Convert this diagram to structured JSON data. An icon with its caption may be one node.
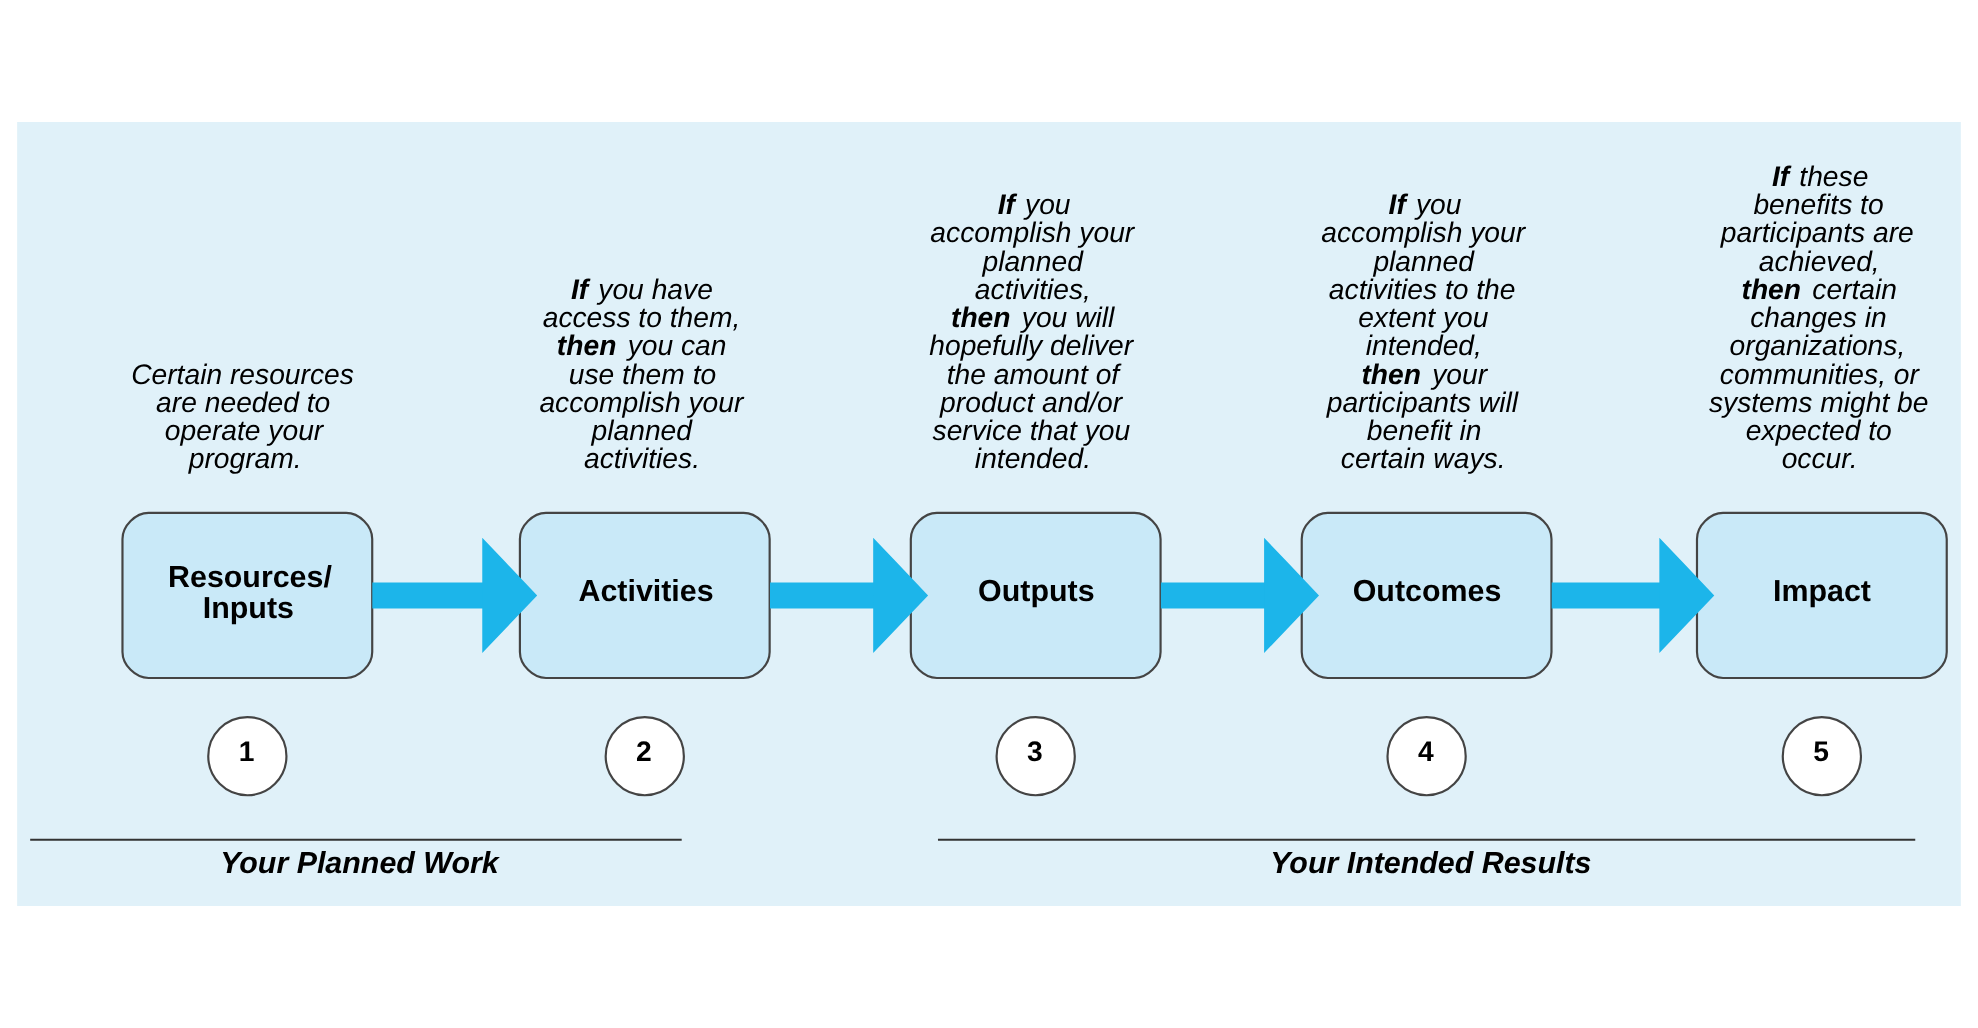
{
  "diagram": {
    "nodes": [
      {
        "text": [
          "Resources/ Inputs"
        ],
        "beside": [
          "Certain resources are needed to operate your program."
        ]
      },
      {
        "text": [
          "Activities"
        ],
        "beside": [
          "**If** you have access to them, **then** you can use them to accomplish your planned activities."
        ]
      },
      {
        "text": [
          "Outputs"
        ],
        "beside": [
          "**If** you accomplish your planned activities, **then** you will hopefully deliver the amount of product and/or service that you intended."
        ]
      },
      {
        "text": [
          "Outcomes"
        ],
        "beside": [
          "**If** you accomplish your planned activities to the extent you intended, **then** your participants will benefit in certain ways."
        ]
      },
      {
        "text": [
          "Impact"
        ],
        "beside": [
          "**If** these benefits to participants are achieved, **then** certain changes in organizations, communities, or systems might be expected to occur."
        ]
      },
      {
        "text": [
          "1"
        ]
      },
      {
        "text": [
          "2"
        ]
      },
      {
        "text": [
          "3"
        ]
      },
      {
        "text": [
          "4"
        ]
      },
      {
        "text": [
          "5"
        ]
      }
    ],
    "edges": [
      {
        "from": 0,
        "to": 1,
        "arrow": "to"
      },
      {
        "from": 1,
        "to": 2,
        "arrow": "to"
      },
      {
        "from": 2,
        "to": 3,
        "arrow": "to"
      },
      {
        "from": 3,
        "to": 4,
        "arrow": "to"
      }
    ],
    "labels": [
      "Your Planned Work",
      "Your Intended Results"
    ]
  }
}
